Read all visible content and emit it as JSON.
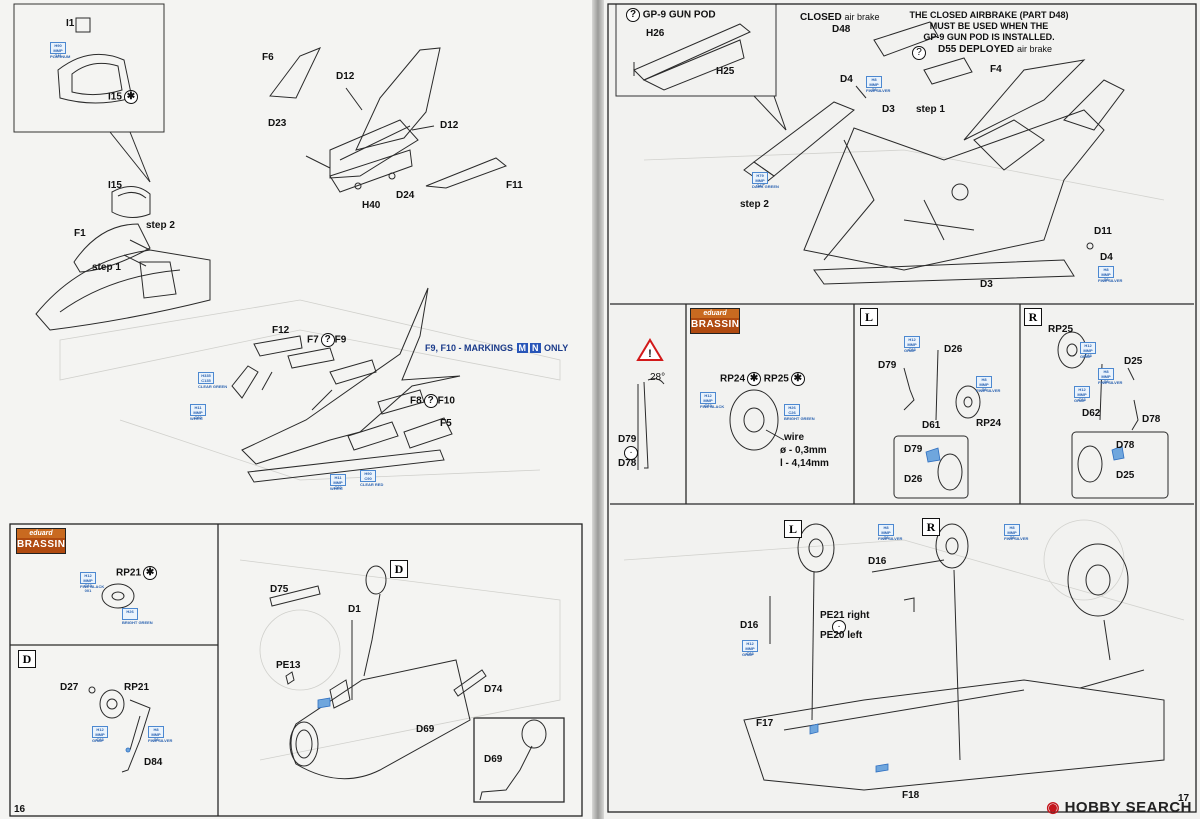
{
  "left_page": {
    "page_number": "16",
    "brassin_box": {
      "badge_top": "eduard",
      "badge_bottom": "BRASSIN",
      "part": "RP21",
      "paint_codes": [
        {
          "codes": "H12 MMP C33 001",
          "name": "FINE BLACK"
        },
        {
          "codes": "H26",
          "name": "BRIGHT GREEN"
        }
      ]
    },
    "canopy_inset": {
      "parts": [
        "I1",
        "I15"
      ],
      "codes": [
        {
          "codes": "H90 MMP C41",
          "name": "PLATINUM"
        }
      ]
    },
    "cockpit": {
      "labels": [
        "I15",
        "F1",
        "step 2",
        "step 1"
      ]
    },
    "tail_assembly": {
      "labels": [
        "F6",
        "D12",
        "D23",
        "D12",
        "D24",
        "H40",
        "F11"
      ]
    },
    "wing_assembly": {
      "labels": [
        "F12",
        "F7",
        "F9",
        "F8",
        "F10",
        "F5"
      ],
      "markings_note": {
        "text_prefix": "F9, F10 - MARKINGS",
        "letter_1": "M",
        "letter_2": "N",
        "text_suffix": "ONLY"
      },
      "paint_codes": [
        {
          "codes": "H335 C135",
          "name": "CLEAR GREEN"
        },
        {
          "codes": "H11 MMP C62",
          "name": "WHITE"
        },
        {
          "codes": "H11 MMP C62",
          "name": "WHITE"
        },
        {
          "codes": "H90 C90",
          "name": "CLEAR RED"
        }
      ]
    },
    "box_d_small": {
      "letter": "D",
      "labels": [
        "D27",
        "RP21",
        "D84"
      ],
      "paint_codes": [
        {
          "codes": "H12 MMP C33",
          "name": "GRAY"
        },
        {
          "codes": "H8 MMP C8",
          "name": "FINE SILVER"
        }
      ]
    },
    "nose_assembly": {
      "letter": "D",
      "labels": [
        "D75",
        "D1",
        "PE13",
        "D74",
        "D69",
        "D69"
      ]
    }
  },
  "right_page": {
    "page_number": "17",
    "gun_pod_inset": {
      "title": "GP-9 GUN POD",
      "parts": [
        "H26",
        "H25"
      ]
    },
    "airbrake_note": {
      "line1": "THE CLOSED AIRBRAKE (PART D48)",
      "line2": "MUST BE USED WHEN THE",
      "line3": "GP-9 GUN POD IS INSTALLED."
    },
    "fuselage": {
      "closed_label": "CLOSED",
      "closed_suffix": "air brake",
      "closed_part": "D48",
      "deployed_part": "D55",
      "deployed_label": "DEPLOYED",
      "deployed_suffix": "air brake",
      "labels": [
        "D4",
        "F4",
        "D3",
        "step 1",
        "step 2",
        "D11",
        "D4",
        "D3"
      ],
      "paint_codes": [
        {
          "codes": "H8 MMP C8",
          "name": "FINE SILVER"
        },
        {
          "codes": "H8 MMP C8",
          "name": "FINE SILVER"
        },
        {
          "codes": "H79 MMP C47",
          "name": "DARK GREEN"
        }
      ]
    },
    "warning_box": {
      "angle": "28°",
      "labels": [
        "D79",
        "D78"
      ]
    },
    "brassin_box": {
      "badge_top": "eduard",
      "badge_bottom": "BRASSIN",
      "labels": [
        "RP24",
        "RP25"
      ],
      "wire_label": "wire",
      "wire_diameter": "ø - 0,3mm",
      "wire_length": "l - 4,14mm",
      "paint_codes": [
        {
          "codes": "H26 C26",
          "name": "BRIGHT GREEN"
        },
        {
          "codes": "H12 MMP C33",
          "name": "FINE BLACK"
        }
      ]
    },
    "box_l": {
      "letter": "L",
      "labels": [
        "D26",
        "D79",
        "D61",
        "RP24",
        "D79",
        "D26"
      ],
      "paint_codes": [
        {
          "codes": "H12 MMP C33",
          "name": "GRAY"
        },
        {
          "codes": "H8 MMP C8",
          "name": "FINE SILVER"
        }
      ]
    },
    "box_r": {
      "letter": "R",
      "labels": [
        "RP25",
        "D25",
        "D62",
        "D78",
        "D78",
        "D25"
      ],
      "paint_codes": [
        {
          "codes": "H12 MMP C33",
          "name": "GRAY"
        },
        {
          "codes": "H8 MMP C8",
          "name": "FINE SILVER"
        },
        {
          "codes": "H12 MMP C33",
          "name": "GRAY"
        }
      ]
    },
    "gear_assembly": {
      "letters": [
        "L",
        "R"
      ],
      "labels": [
        "D16",
        "D16",
        "PE21 right",
        "PE20 left",
        "F17",
        "F18"
      ],
      "paint_codes": [
        {
          "codes": "H8 MMP C8",
          "name": "FINE SILVER"
        },
        {
          "codes": "H12 MMP C33",
          "name": "GRAY"
        },
        {
          "codes": "H8 MMP C8",
          "name": "FINE SILVER"
        }
      ]
    }
  },
  "watermark": {
    "brand": "HOBBY SEARCH"
  },
  "colors": {
    "line": "#2a2a2a",
    "panel": "#111111",
    "blue": "#2f6fc0",
    "brass": "#b04a10",
    "warn_red": "#d21a1a"
  }
}
